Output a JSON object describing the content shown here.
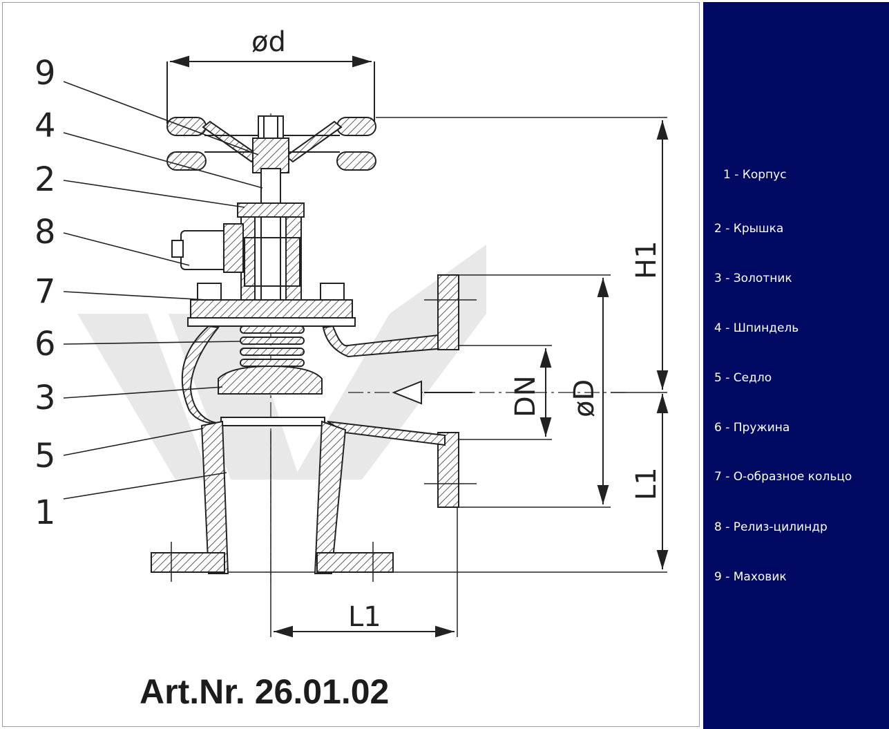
{
  "drawing": {
    "dimensions": {
      "handwheel_diameter": "ød",
      "height": "H1",
      "length_horizontal": "L1",
      "length_vertical": "L1",
      "nominal_diameter": "DN",
      "flange_diameter": "øD"
    },
    "callout_numbers": [
      "9",
      "4",
      "2",
      "8",
      "7",
      "6",
      "3",
      "5",
      "1"
    ],
    "article_number": "Art.Nr. 26.01.02"
  },
  "legend": {
    "items": [
      "1 - Корпус",
      "2 - Крышка",
      "3 - Золотник",
      "4 - Шпиндель",
      "5 - Седло",
      "6 - Пружина",
      "7 - О-образное кольцо",
      "8 - Релиз-цилиндр",
      "9 - Маховик"
    ]
  },
  "colors": {
    "legend_background": "#000a63",
    "legend_text": "#ffffff",
    "line": "#222222",
    "watermark": "#e2e2e2"
  }
}
